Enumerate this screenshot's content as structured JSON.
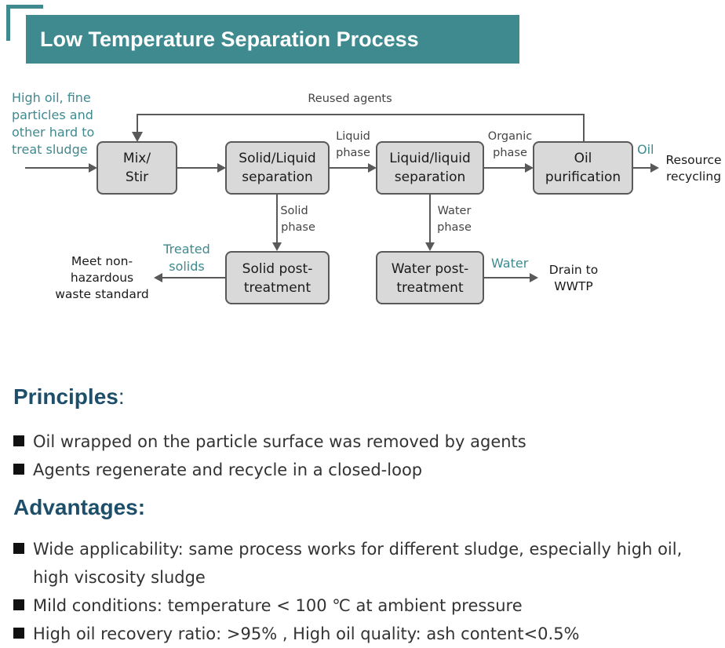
{
  "title": "Low Temperature Separation Process",
  "diagram": {
    "input_label": [
      "High oil, fine",
      "particles and",
      "other hard to",
      "treat sludge"
    ],
    "reuse_label": "Reused agents",
    "boxes": {
      "mix": [
        "Mix/",
        "Stir"
      ],
      "solid_liquid": [
        "Solid/Liquid",
        "separation"
      ],
      "liquid_liquid": [
        "Liquid/liquid",
        "separation"
      ],
      "oil_purification": [
        "Oil",
        "purification"
      ],
      "solid_post": [
        "Solid post-",
        "treatment"
      ],
      "water_post": [
        "Water post-",
        "treatment"
      ]
    },
    "edges": {
      "liquid_phase": [
        "Liquid",
        "phase"
      ],
      "organic_phase": [
        "Organic",
        "phase"
      ],
      "solid_phase": [
        "Solid",
        "phase"
      ],
      "water_phase": [
        "Water",
        "phase"
      ],
      "oil": "Oil",
      "treated_solids": [
        "Treated",
        "solids"
      ],
      "water": "Water"
    },
    "outputs": {
      "resource": [
        "Resource",
        "recycling"
      ],
      "waste": [
        "Meet non-",
        "hazardous",
        "waste standard"
      ],
      "drain": [
        "Drain to",
        "WWTP"
      ]
    }
  },
  "principles": {
    "heading": "Principles",
    "colon": ":",
    "items": [
      "Oil wrapped on the particle surface was removed by agents",
      "Agents regenerate and recycle in a closed-loop"
    ]
  },
  "advantages": {
    "heading": "Advantages",
    "colon": ":",
    "items": [
      [
        "Wide applicability: same process works for different sludge, especially high oil,",
        "high viscosity sludge"
      ],
      [
        "Mild conditions: temperature < 100 ℃ at ambient pressure"
      ],
      [
        "High oil recovery ratio: >95% , High oil quality: ash content<0.5%"
      ]
    ]
  },
  "colors": {
    "teal": "#3e8a8f",
    "heading_blue": "#1e4f6a",
    "box_fill": "#d9d9d9",
    "box_stroke": "#595959"
  }
}
